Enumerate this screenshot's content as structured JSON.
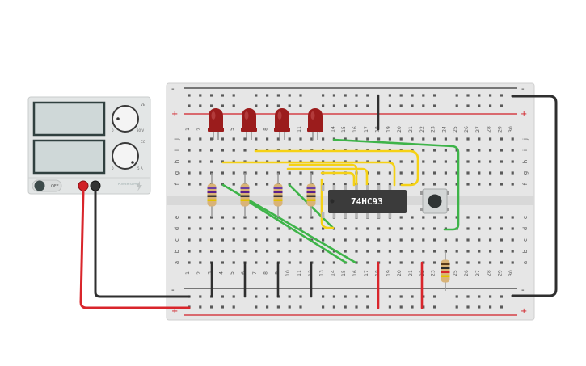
{
  "power_supply": {
    "voltage_scale_min": "0",
    "voltage_scale_max": "30 V",
    "voltage_knob_label": "VE",
    "current_scale_min": "0",
    "current_scale_max": "5 A",
    "current_knob_label": "CC",
    "switch_label": "OFF",
    "brand_label": "POWER SUPPLY",
    "colors": {
      "body": "#e3e6e6",
      "display": "#cfd8d8",
      "positive": "#d11f26",
      "negative": "#333333"
    }
  },
  "breadboard": {
    "rail_plus": "+",
    "rail_minus": "-",
    "upper_row_labels": [
      "a",
      "b",
      "c",
      "d",
      "e"
    ],
    "lower_row_labels": [
      "f",
      "g",
      "h",
      "i",
      "j"
    ],
    "column_numbers": [
      "1",
      "2",
      "3",
      "4",
      "5",
      "6",
      "7",
      "8",
      "9",
      "10",
      "11",
      "12",
      "13",
      "14",
      "15",
      "16",
      "17",
      "18",
      "19",
      "20",
      "21",
      "22",
      "23",
      "24",
      "25",
      "26",
      "27",
      "28",
      "29",
      "30"
    ],
    "colors": {
      "body": "#e6e6e6",
      "hole": "#5a5a5a",
      "red_line": "#d11f26",
      "black_line": "#333333"
    }
  },
  "chip": {
    "label": "74HC93",
    "color": "#3b3b3b"
  },
  "pushbutton": {
    "icon": "pushbutton-icon"
  },
  "leds": {
    "count": 4,
    "color": "#9b1c1c"
  },
  "resistors": {
    "count": 5
  },
  "wire_colors": {
    "red": "#d9252b",
    "black": "#2f2f2f",
    "green": "#3eb449",
    "yellow": "#f5d115"
  }
}
